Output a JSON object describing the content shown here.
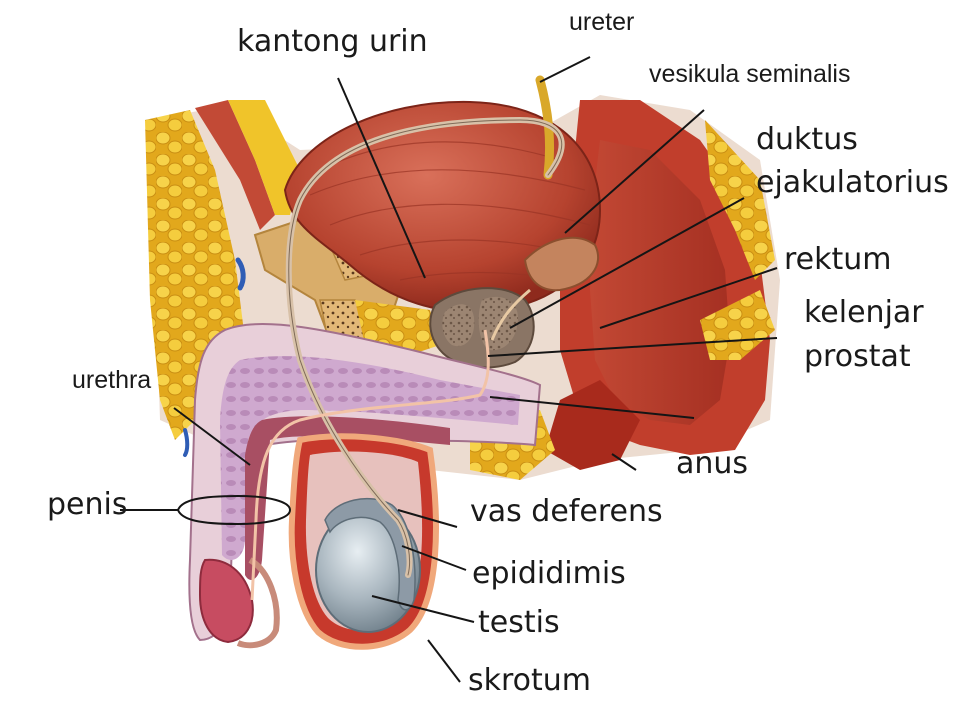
{
  "labels": {
    "ureter": "ureter",
    "kantong_urin": "kantong urin",
    "vesikula_seminalis": "vesikula seminalis",
    "duktus": "duktus",
    "ejakulatorius": "ejakulatorius",
    "rektum": "rektum",
    "kelenjar": "kelenjar",
    "prostat": "prostat",
    "urethra": "urethra",
    "anus": "anus",
    "penis": "penis",
    "vas_deferens": "vas deferens",
    "epididimis": "epididimis",
    "testis": "testis",
    "skrotum": "skrotum"
  },
  "colors": {
    "muscle": "#c8513e",
    "muscle_dark": "#9e2c1f",
    "fat": "#f1c42c",
    "tissue": "#e9d5c7",
    "spongy": "#c7a1c6",
    "testis": "#9aa8b2",
    "bone": "#d5a45e",
    "prostate": "#8b7564",
    "label_text": "#1a1a1a",
    "leader_line": "#151515"
  }
}
